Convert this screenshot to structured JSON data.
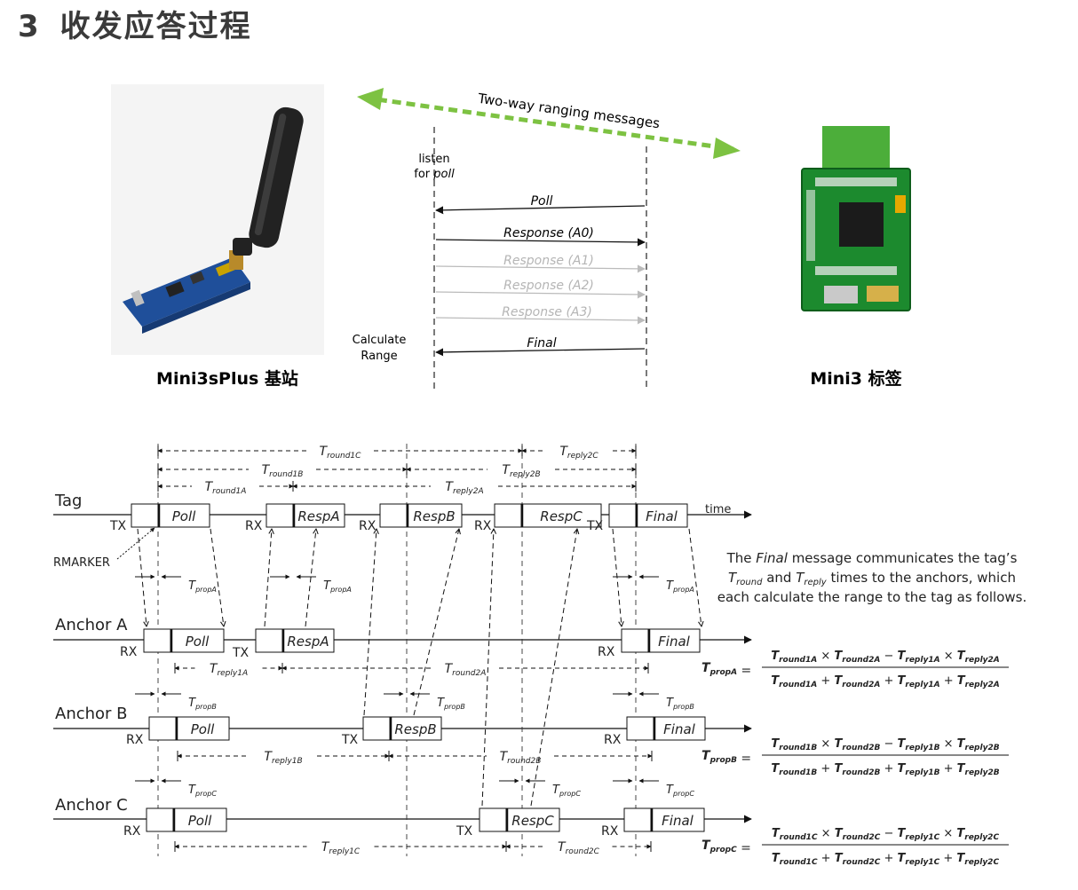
{
  "heading": {
    "number": "3",
    "title": "收发应答过程"
  },
  "top_figure": {
    "arrow_label": "Two-way ranging messages",
    "listen_line1": "listen",
    "listen_line2_prefix": "for ",
    "listen_line2_italic": "poll",
    "messages": [
      {
        "label": "Poll",
        "emphasis": "solid"
      },
      {
        "label": "Response (A0)",
        "emphasis": "solid"
      },
      {
        "label": "Response (A1)",
        "emphasis": "faded"
      },
      {
        "label": "Response (A2)",
        "emphasis": "faded"
      },
      {
        "label": "Response (A3)",
        "emphasis": "faded"
      },
      {
        "label": "Final",
        "emphasis": "solid"
      }
    ],
    "calc_line1": "Calculate",
    "calc_line2": "Range",
    "left_caption": "Mini3sPlus 基站",
    "right_caption": "Mini3 标签",
    "arrow_color": "#7dc242"
  },
  "timing": {
    "rows": {
      "tag": "Tag",
      "anchor_a": "Anchor A",
      "anchor_b": "Anchor B",
      "anchor_c": "Anchor C"
    },
    "time_label": "time",
    "rmarker": "RMARKER",
    "tx": "TX",
    "rx": "RX",
    "frames": {
      "poll": "Poll",
      "resp_a": "RespA",
      "resp_b": "RespB",
      "resp_c": "RespC",
      "final": "Final"
    },
    "intervals": {
      "round1c": {
        "main": "T",
        "sub": "round1C"
      },
      "reply2c": {
        "main": "T",
        "sub": "reply2C"
      },
      "round1b": {
        "main": "T",
        "sub": "round1B"
      },
      "reply2b": {
        "main": "T",
        "sub": "reply2B"
      },
      "round1a": {
        "main": "T",
        "sub": "round1A"
      },
      "reply2a": {
        "main": "T",
        "sub": "reply2A"
      },
      "propa": {
        "main": "T",
        "sub": "propA"
      },
      "propb": {
        "main": "T",
        "sub": "propB"
      },
      "propc": {
        "main": "T",
        "sub": "propC"
      },
      "reply1a": {
        "main": "T",
        "sub": "reply1A"
      },
      "round2a": {
        "main": "T",
        "sub": "round2A"
      },
      "reply1b": {
        "main": "T",
        "sub": "reply1B"
      },
      "round2b": {
        "main": "T",
        "sub": "round2B"
      },
      "reply1c": {
        "main": "T",
        "sub": "reply1C"
      },
      "round2c": {
        "main": "T",
        "sub": "round2C"
      }
    },
    "note": {
      "line1_prefix": "The ",
      "line1_italic": "Final",
      "line1_suffix": " message communicates the tag’s",
      "line2_t1": "T",
      "line2_s1": "round",
      "line2_mid": " and ",
      "line2_t2": "T",
      "line2_s2": "reply",
      "line2_suffix": " times to the anchors, which",
      "line3": "each calculate the range to the tag as follows."
    },
    "formulas": [
      {
        "lhs": "propA",
        "num": [
          [
            "round1A",
            "×"
          ],
          [
            "round2A",
            "−"
          ],
          [
            "reply1A",
            "×"
          ],
          [
            "reply2A",
            ""
          ]
        ],
        "den": [
          [
            "round1A",
            "+"
          ],
          [
            "round2A",
            "+"
          ],
          [
            "reply1A",
            "+"
          ],
          [
            "reply2A",
            ""
          ]
        ]
      },
      {
        "lhs": "propB",
        "num": [
          [
            "round1B",
            "×"
          ],
          [
            "round2B",
            "−"
          ],
          [
            "reply1B",
            "×"
          ],
          [
            "reply2B",
            ""
          ]
        ],
        "den": [
          [
            "round1B",
            "+"
          ],
          [
            "round2B",
            "+"
          ],
          [
            "reply1B",
            "+"
          ],
          [
            "reply2B",
            ""
          ]
        ]
      },
      {
        "lhs": "propC",
        "num": [
          [
            "round1C",
            "×"
          ],
          [
            "round2C",
            "−"
          ],
          [
            "reply1C",
            "×"
          ],
          [
            "reply2C",
            ""
          ]
        ],
        "den": [
          [
            "round1C",
            "+"
          ],
          [
            "round2C",
            "+"
          ],
          [
            "reply1C",
            "+"
          ],
          [
            "reply2C",
            ""
          ]
        ]
      }
    ]
  }
}
